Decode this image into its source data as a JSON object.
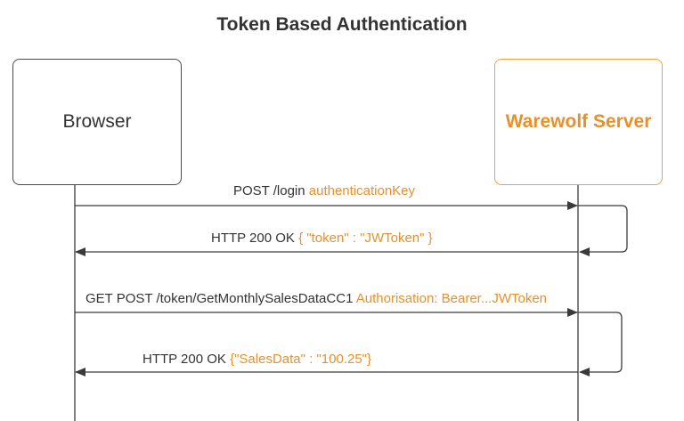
{
  "diagram": {
    "title": "Token Based Authentication",
    "actors": {
      "browser": "Browser",
      "server": "Warewolf Server"
    },
    "messages": [
      {
        "text": "POST  /login ",
        "highlight": "authenticationKey"
      },
      {
        "text": "HTTP 200 OK ",
        "highlight": "{ \"token\" : \"JWToken\" }"
      },
      {
        "text": "GET POST /token/GetMonthlySalesDataCC1 ",
        "highlight": "Authorisation: Bearer...JWToken"
      },
      {
        "text": "HTTP 200 OK ",
        "highlight": "{\"SalesData\" : \"100.25\"}"
      }
    ]
  },
  "colors": {
    "accent": "#e8902a",
    "text": "#333333",
    "line": "#3a3a3a"
  }
}
